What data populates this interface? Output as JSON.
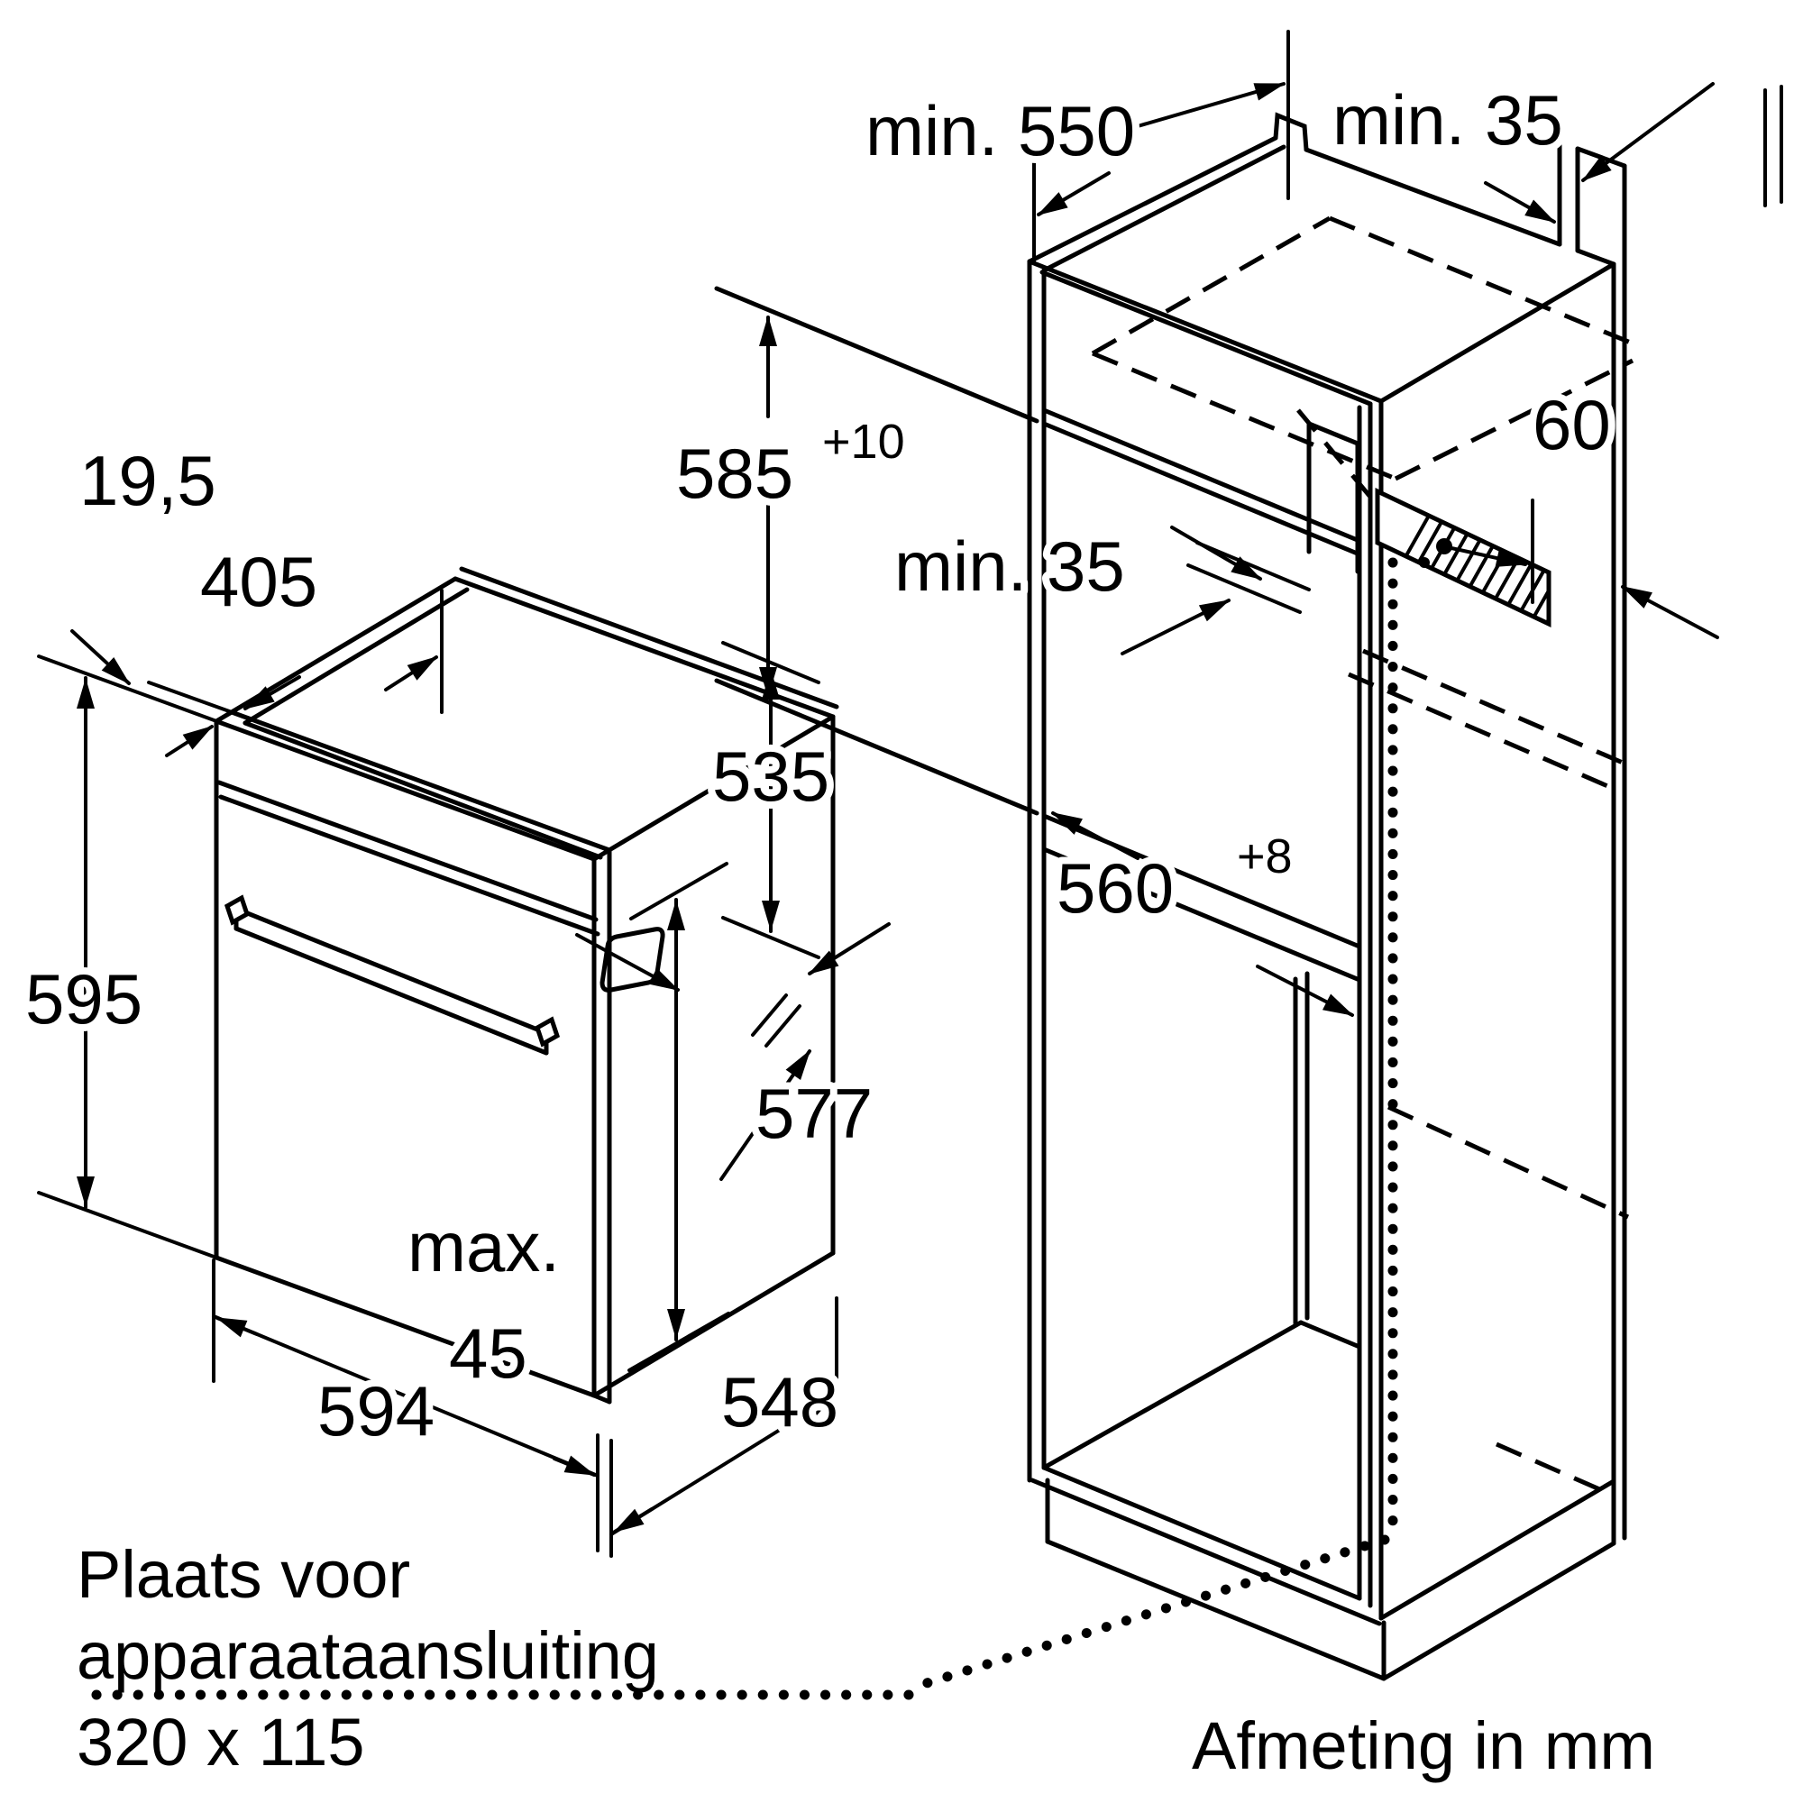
{
  "diagram": {
    "type": "installation-dimension-drawing",
    "language": "nl",
    "colors": {
      "line": "#000000",
      "text": "#000000",
      "background": "#ffffff"
    },
    "labels": {
      "min550": "min. 550",
      "min35_top": "min. 35",
      "min35_mid": "min. 35",
      "niche_height": "585",
      "niche_height_sup": "+10",
      "spacer_depth": "60",
      "door_offset": "19,5",
      "mount_depth": "405",
      "oven_height": "595",
      "max_label": "max.",
      "max_value": "45",
      "body_height": "577",
      "side_height": "535",
      "oven_width": "594",
      "body_depth": "548",
      "niche_width": "560",
      "niche_width_sup": "+8",
      "note_line1": "Plaats voor",
      "note_line2": "apparaataansluiting",
      "note_line3": "320 x 115",
      "unit_note": "Afmeting in mm"
    }
  }
}
